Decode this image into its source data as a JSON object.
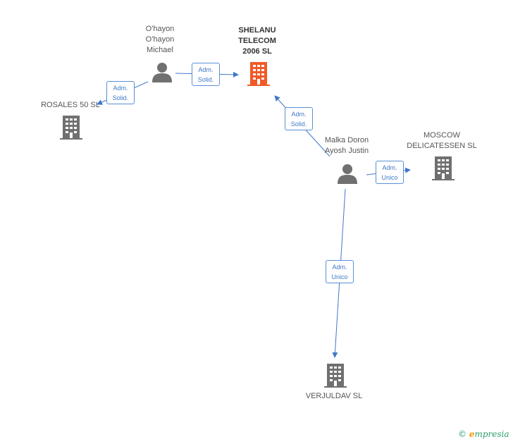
{
  "nodes": {
    "shelanu": {
      "label": "SHELANU\nTELECOM\n2006 SL",
      "kind": "company",
      "color": "#f05a28"
    },
    "ohayon": {
      "label": "O'hayon\nO'hayon\nMichael",
      "kind": "person",
      "color": "#707070"
    },
    "rosales": {
      "label": "ROSALES 50 SL",
      "kind": "company",
      "color": "#707070"
    },
    "malka": {
      "label": "Malka Doron\nAyosh Justin",
      "kind": "person",
      "color": "#707070"
    },
    "moscow": {
      "label": "MOSCOW\nDELICATESSEN SL",
      "kind": "company",
      "color": "#707070"
    },
    "verjuldav": {
      "label": "VERJULDAV  SL",
      "kind": "company",
      "color": "#707070"
    }
  },
  "edges": [
    {
      "id": "ohayon-shelanu",
      "label": "Adm.\nSolid."
    },
    {
      "id": "ohayon-rosales",
      "label": "Adm.\nSolid."
    },
    {
      "id": "malka-shelanu",
      "label": "Adm.\nSolid."
    },
    {
      "id": "malka-moscow",
      "label": "Adm.\nUnico"
    },
    {
      "id": "malka-verjuldav",
      "label": "Adm.\nUnico"
    }
  ],
  "colors": {
    "edge": "#3f78c8",
    "edge_label_border": "#5b8fd6",
    "brand": "#2b9d6a",
    "brand_accent": "#f39200"
  },
  "footer": {
    "copyright_symbol": "©",
    "brand_initial": "e",
    "brand_rest": "mpresia"
  }
}
